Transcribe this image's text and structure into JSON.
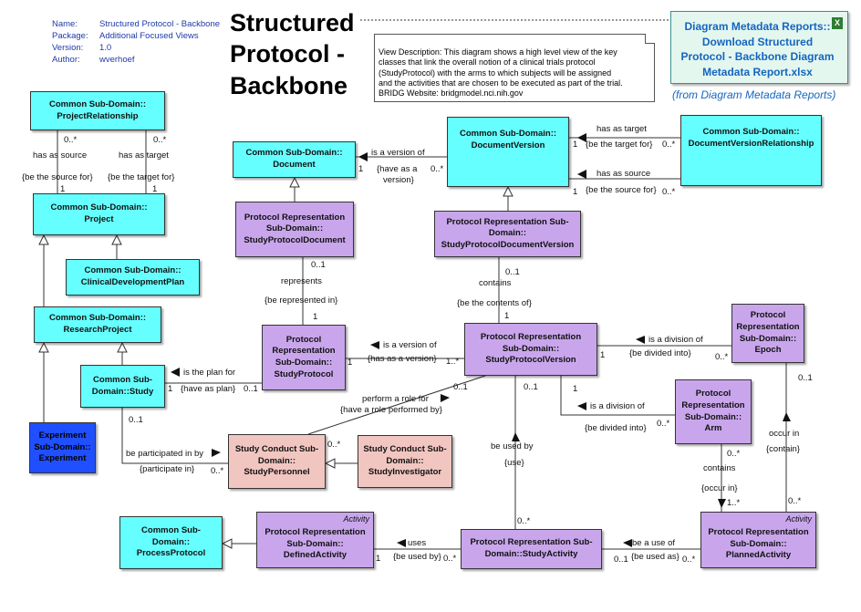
{
  "header": {
    "name_label": "Name:",
    "name_value": "Structured Protocol - Backbone",
    "package_label": "Package:",
    "package_value": "Additional Focused Views",
    "version_label": "Version:",
    "version_value": "1.0",
    "author_label": "Author:",
    "author_value": "wverhoef"
  },
  "title": {
    "line1": "Structured",
    "line2": "Protocol -",
    "line3": "Backbone"
  },
  "note": {
    "text1": "View Description:  This diagram shows a high level view of the key",
    "text2": "classes that link the overall notion of a clinical trials protocol",
    "text3": "(StudyProtocol) with the arms to which subjects will be assigned",
    "text4": "and the activities that are chosen to be executed as part of the trial.",
    "text5": "BRIDG Website:  bridgmodel.nci.nih.gov"
  },
  "report": {
    "line1": "Diagram Metadata Reports::",
    "line2": "Download Structured",
    "line3": "Protocol - Backbone Diagram",
    "line4": "Metadata Report.xlsx",
    "from": "(from Diagram Metadata Reports)",
    "icon": "excel-file-icon"
  },
  "classes": {
    "project_relationship": {
      "l1": "Common Sub-Domain::",
      "l2": "ProjectRelationship"
    },
    "project": {
      "l1": "Common Sub-Domain::",
      "l2": "Project"
    },
    "clinical_dev_plan": {
      "l1": "Common Sub-Domain::",
      "l2": "ClinicalDevelopmentPlan"
    },
    "research_project": {
      "l1": "Common Sub-Domain::",
      "l2": "ResearchProject"
    },
    "study": {
      "l1": "Common Sub-",
      "l2": "Domain::Study"
    },
    "experiment": {
      "l1": "Experiment",
      "l2": "Sub-Domain::",
      "l3": "Experiment"
    },
    "document": {
      "l1": "Common Sub-Domain::",
      "l2": "Document"
    },
    "study_protocol_document": {
      "l1": "Protocol Representation",
      "l2": "Sub-Domain::",
      "l3": "StudyProtocolDocument"
    },
    "document_version": {
      "l1": "Common Sub-Domain::",
      "l2": "DocumentVersion"
    },
    "document_version_relationship": {
      "l1": "Common Sub-Domain::",
      "l2": "DocumentVersionRelationship"
    },
    "study_protocol_document_version": {
      "l1": "Protocol Representation Sub-",
      "l2": "Domain::",
      "l3": "StudyProtocolDocumentVersion"
    },
    "study_protocol": {
      "l1": "Protocol",
      "l2": "Representation",
      "l3": "Sub-Domain::",
      "l4": "StudyProtocol"
    },
    "study_protocol_version": {
      "l1": "Protocol Representation",
      "l2": "Sub-Domain::",
      "l3": "StudyProtocolVersion"
    },
    "epoch": {
      "l1": "Protocol",
      "l2": "Representation",
      "l3": "Sub-Domain::",
      "l4": "Epoch"
    },
    "arm": {
      "l1": "Protocol",
      "l2": "Representation",
      "l3": "Sub-Domain::",
      "l4": "Arm"
    },
    "study_personnel": {
      "l1": "Study Conduct Sub-",
      "l2": "Domain::",
      "l3": "StudyPersonnel"
    },
    "study_investigator": {
      "l1": "Study Conduct Sub-",
      "l2": "Domain::",
      "l3": "StudyInvestigator"
    },
    "process_protocol": {
      "l1": "Common Sub-",
      "l2": "Domain::",
      "l3": "ProcessProtocol"
    },
    "defined_activity": {
      "stereotype": "Activity",
      "l1": "Protocol Representation",
      "l2": "Sub-Domain::",
      "l3": "DefinedActivity"
    },
    "study_activity": {
      "l1": "Protocol Representation Sub-",
      "l2": "Domain::StudyActivity"
    },
    "planned_activity": {
      "stereotype": "Activity",
      "l1": "Protocol Representation",
      "l2": "Sub-Domain::",
      "l3": "PlannedActivity"
    }
  },
  "labels": {
    "pr_m_src": "0..*",
    "pr_m_tgt": "0..*",
    "has_as_source": "has as source",
    "has_as_target": "has as target",
    "be_source_for": "{be the source for}",
    "be_target_for": "{be the target for}",
    "pr_1a": "1",
    "pr_1b": "1",
    "is_version_of": "is a version of",
    "doc_1": "1",
    "have_as_version": "{have as a",
    "have_as_version2": "version}",
    "dv_0m": "0..*",
    "has_as_target2": "has as target",
    "dvr_1a": "1",
    "be_target_for2": "{be the target for}",
    "dvr_0m_a": "0..*",
    "has_as_source2": "has as source",
    "dvr_1b": "1",
    "be_source_for2": "{be the source for}",
    "dvr_0m_b": "0..*",
    "represents": "represents",
    "rep_01": "0..1",
    "be_represented_in": "{be represented in}",
    "rep_1": "1",
    "contains": "contains",
    "con_01": "0..1",
    "be_contents_of": "{be the contents of}",
    "con_1": "1",
    "is_version_of2": "is a version of",
    "sp_1": "1",
    "has_as_version": "{has as a version}",
    "spv_1m": "1..*",
    "is_plan_for": "is the plan for",
    "st_1": "1",
    "have_as_plan": "{have as plan}",
    "st_01": "0..1",
    "is_division_of": "is a division of",
    "ep_1": "1",
    "be_divided_into": "{be divided into}",
    "ep_0m": "0..*",
    "is_division_of2": "is a division of",
    "arm_1": "1",
    "be_divided_into2": "{be divided into}",
    "arm_0m": "0..*",
    "perform_role": "perform a role for",
    "have_role": "{have a role performed by}",
    "spv_01": "0..1",
    "pers_0m": "0..*",
    "be_participated": "be participated in by",
    "study_01": "0..1",
    "participate_in": "{participate in}",
    "pers_0m2": "0..*",
    "be_used_by": "be used by",
    "use": "{use}",
    "spv_01b": "0..1",
    "sa_0m": "0..*",
    "occur_in": "occur in",
    "contain": "{contain}",
    "ep_01": "0..1",
    "pa_0m": "0..*",
    "contains2": "contains",
    "occur_in2": "{occur in}",
    "arm_0m2": "0..*",
    "pa_1m": "1..*",
    "uses": "uses",
    "be_used_by2": "{be used by}",
    "da_1": "1",
    "sa_0m2": "0..*",
    "be_use_of": "be a use of",
    "be_used_as": "{be used as}",
    "sa_01": "0..1",
    "pa_0m2": "0..*"
  },
  "colors": {
    "common": "#66ffff",
    "protocol": "#c9a6ec",
    "conduct": "#f2c6c0",
    "experiment": "#1f4fff",
    "header_text": "#1f3aa6",
    "report_text": "#1565c0"
  }
}
